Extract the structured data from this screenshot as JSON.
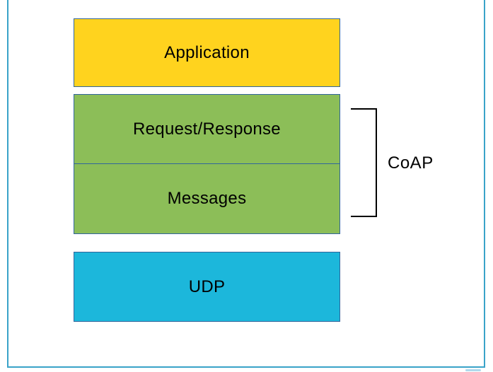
{
  "diagram": {
    "title_context": "CoAP protocol stack",
    "layers": [
      {
        "id": "application",
        "label": "Application",
        "fill": "#ffd31e"
      },
      {
        "id": "request-response",
        "label": "Request/Response",
        "fill": "#8cbe58"
      },
      {
        "id": "messages",
        "label": "Messages",
        "fill": "#8cbe58"
      },
      {
        "id": "udp",
        "label": "UDP",
        "fill": "#1cb7db"
      }
    ],
    "bracket": {
      "label": "CoAP",
      "color": "#000000"
    },
    "colors": {
      "box_border": "#31659c",
      "page_frame": "#3aa3c9",
      "background": "#ffffff",
      "text": "#000000"
    }
  }
}
